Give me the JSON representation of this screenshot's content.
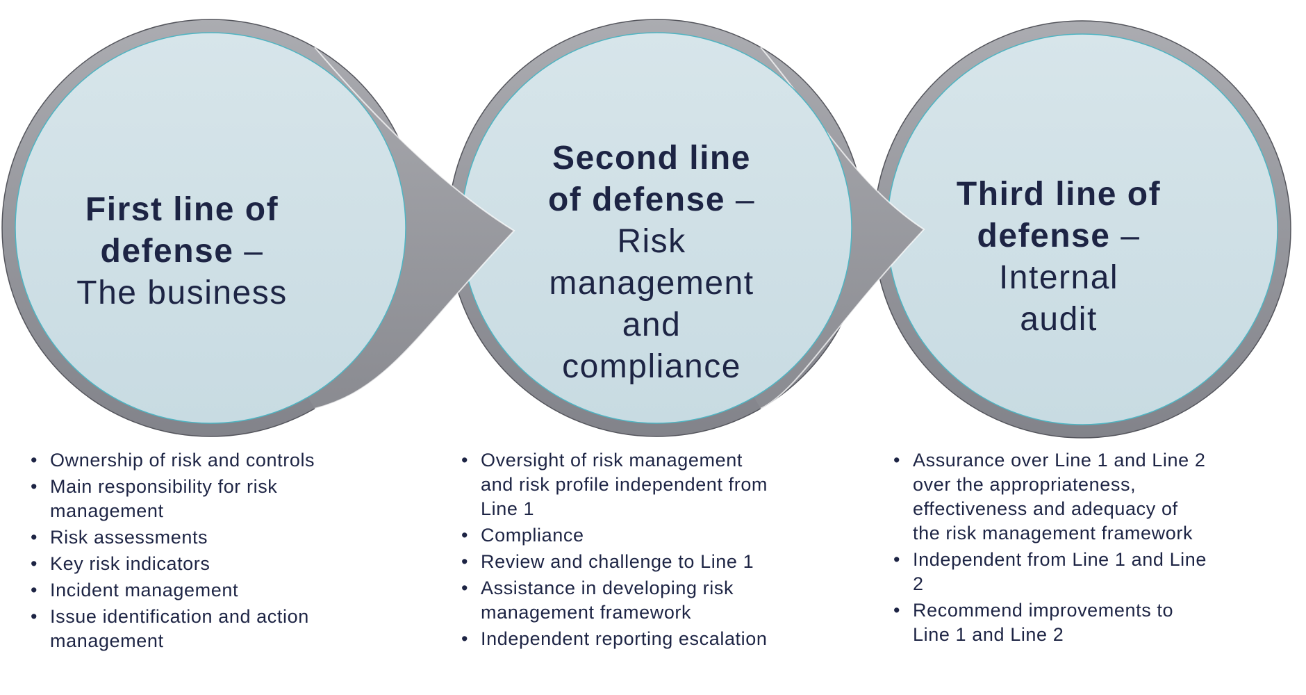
{
  "colors": {
    "navy": "#1d2444",
    "circle_fill_top": "#d7e5ea",
    "circle_fill_bottom": "#c8dbe2",
    "circle_outline_teal": "#4fb4c2",
    "ring_top": "#abacb1",
    "ring_bottom": "#82838a",
    "ring_edge": "#54555c",
    "tail_top": "#a8a9ae",
    "tail_bottom": "#8a8b91",
    "background": "#ffffff"
  },
  "circles": [
    {
      "id": "first",
      "title_bold": "First line of\ndefense",
      "title_rest": " –\nThe business",
      "bullets": [
        "Ownership of risk and controls",
        "Main responsibility for risk\nmanagement",
        "Risk assessments",
        "Key risk indicators",
        "Incident management",
        "Issue identification and action\nmanagement"
      ]
    },
    {
      "id": "second",
      "title_bold": "Second line\nof defense",
      "title_rest": " –\nRisk\nmanagement\nand\ncompliance",
      "bullets": [
        "Oversight of risk management\nand risk profile independent from\nLine 1",
        "Compliance",
        "Review and challenge to Line 1",
        "Assistance in developing risk\nmanagement framework",
        "Independent reporting escalation"
      ]
    },
    {
      "id": "third",
      "title_bold": "Third line of\ndefense",
      "title_rest": " –\nInternal\naudit",
      "bullets": [
        "Assurance over Line 1 and Line 2\nover the appropriateness,\neffectiveness and adequacy of\nthe risk management framework",
        "Independent from Line 1 and Line\n2",
        "Recommend improvements to\nLine 1 and Line 2"
      ]
    }
  ]
}
